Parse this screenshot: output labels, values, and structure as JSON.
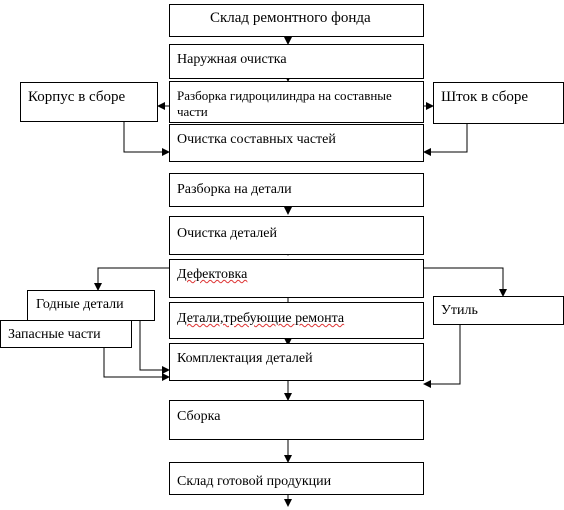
{
  "nodes": {
    "warehouse_repair": "Склад ремонтного фонда",
    "outer_cleaning": "Наружная очистка",
    "disassembly": "Разборка гидроцилиндра на составные части",
    "body_assembly": "Корпус в сборе",
    "rod_assembly": "Шток в сборе",
    "parts_cleaning": "Очистка составных частей",
    "disassembly_details": "Разборка на детали",
    "details_cleaning": "Очистка деталей",
    "defect_check": "Дефектовка",
    "good_parts": "Годные детали",
    "spare_parts": "Запасные части",
    "parts_repair": "Детали,требующие ремонта",
    "scrap": "Утиль",
    "kitting": "Комплектация деталей",
    "assembly": "Сборка",
    "warehouse_finished": "Склад готовой продукции"
  }
}
